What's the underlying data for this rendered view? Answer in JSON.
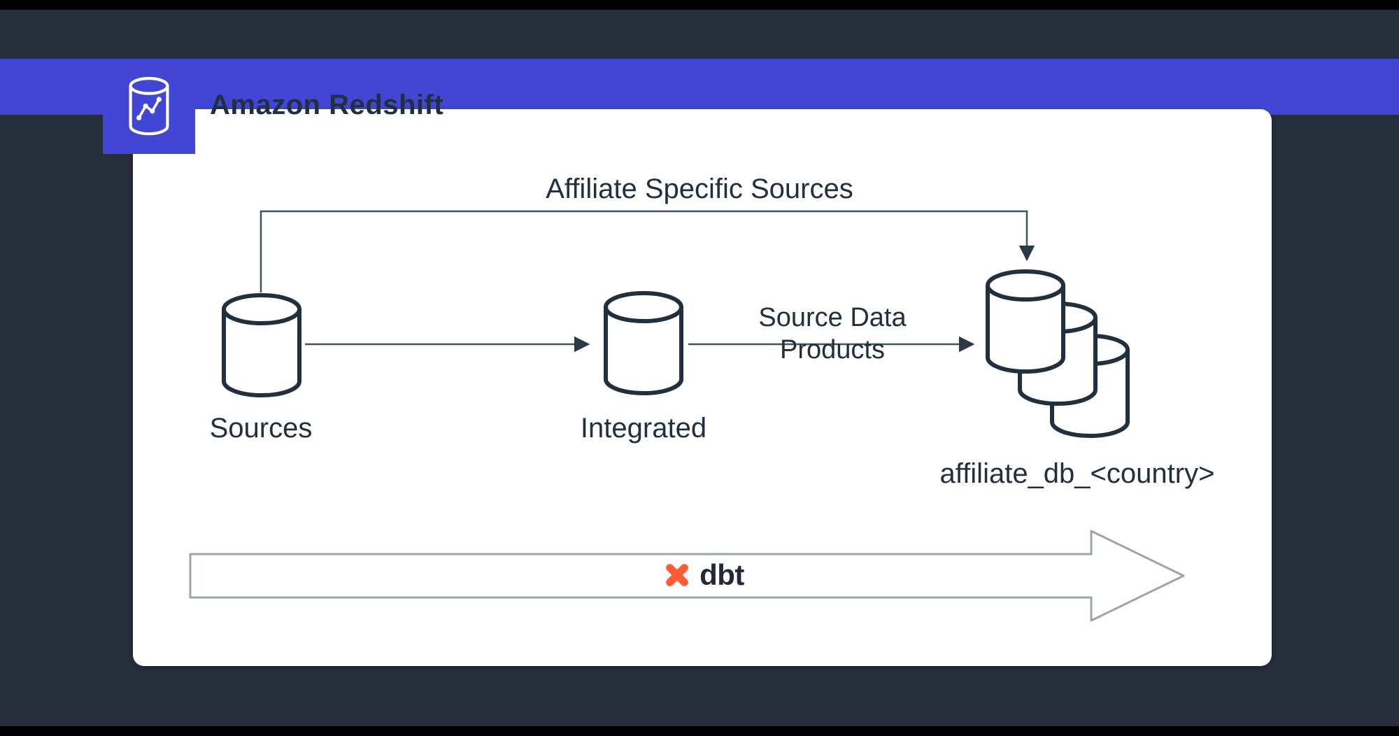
{
  "colors": {
    "bg": "#272e3c",
    "band": "#4147d4",
    "ink": "#20303f",
    "line": "#45525e",
    "arrowhead": "#2b3947",
    "pipeline-outline": "#9aa4ad",
    "dbt": "#ff5c35"
  },
  "header": {
    "brand": "Amazon Redshift"
  },
  "diagram": {
    "affiliate_sources_label": "Affiliate Specific Sources",
    "sources_label": "Sources",
    "integrated_label": "Integrated",
    "edge_label_line1": "Source Data",
    "edge_label_line2": "Products",
    "affiliate_db_label": "affiliate_db_<country>"
  },
  "pipeline": {
    "dbt_label": "dbt"
  }
}
